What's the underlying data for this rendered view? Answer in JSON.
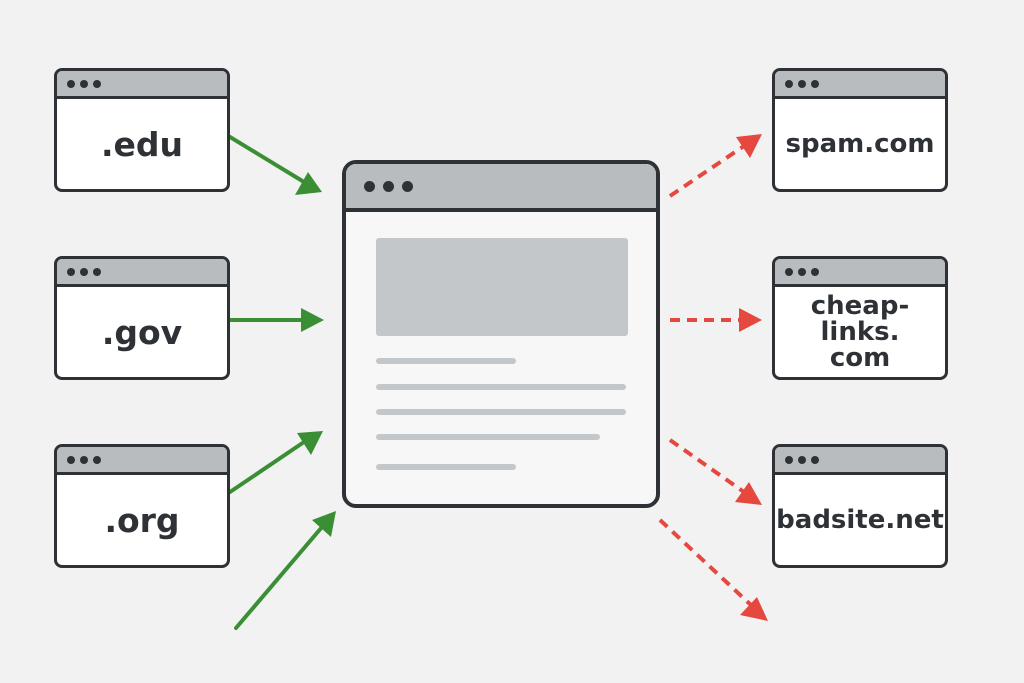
{
  "diagram": {
    "center_page": {
      "content": [
        "hero-image-placeholder",
        "text-line",
        "text-line",
        "text-line",
        "text-line",
        "text-line"
      ]
    },
    "inbound_sources": [
      {
        "label": ".edu"
      },
      {
        "label": ".gov"
      },
      {
        "label": ".org"
      }
    ],
    "outbound_targets": [
      {
        "label": "spam.com"
      },
      {
        "label": "cheap-links.\ncom"
      },
      {
        "label": "badsite.net"
      }
    ],
    "colors": {
      "inbound_arrow": "#3a8f35",
      "outbound_arrow": "#e4483f",
      "window_border": "#2e3236",
      "window_bar": "#b9bcbf",
      "background": "#f2f2f2"
    },
    "arrow_styles": {
      "inbound": "solid",
      "outbound": "dashed"
    }
  }
}
